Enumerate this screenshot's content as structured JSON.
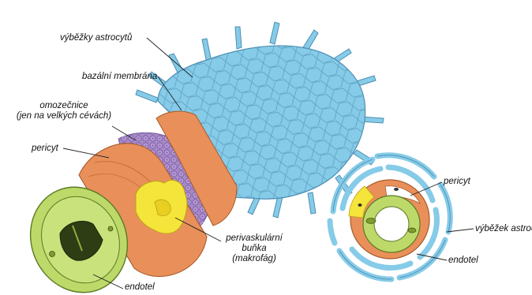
{
  "labels": {
    "astrocyte_processes": "výběžky astrocytů",
    "basal_membrane": "bazální membrána",
    "adventitia_line1": "omozečnice",
    "adventitia_line2": "(jen na velkých cévách)",
    "pericyte_left": "pericyt",
    "perivascular_line1": "perivaskulární",
    "perivascular_line2": "buňka",
    "perivascular_line3": "(makrofág)",
    "endothel_left": "endotel",
    "pericyte_right": "pericyt",
    "astrocyte_process_right": "výběžek astrocytu",
    "endothel_right": "endotel"
  },
  "colors": {
    "astrocyte_blue": "#86cbe8",
    "astrocyte_edge": "#4e8fb3",
    "pericyte_orange": "#e9905a",
    "adventitia_purple": "#a68ac7",
    "endothel_green": "#bcd96a",
    "macrophage_yellow": "#f5e43a"
  }
}
